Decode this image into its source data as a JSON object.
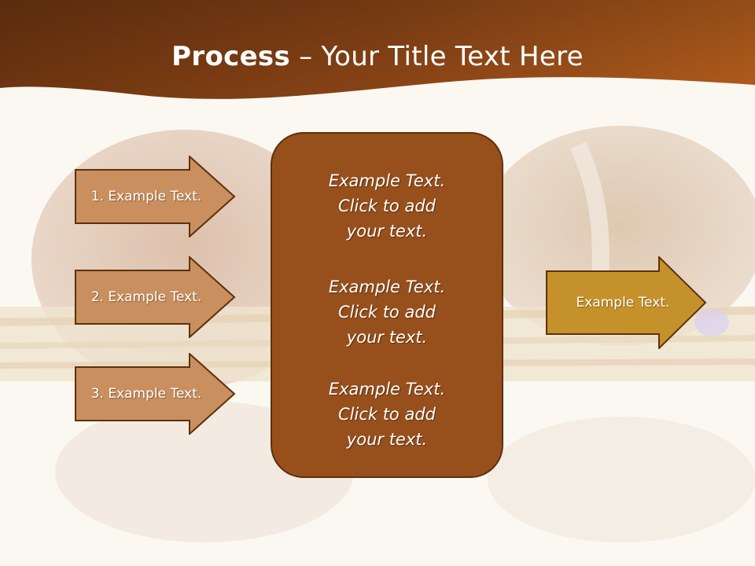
{
  "slide": {
    "title_bold": "Process",
    "title_sep": "–",
    "title_rest": "Your Title Text Here",
    "inputs": [
      {
        "label": "1. Example Text."
      },
      {
        "label": "2. Example Text."
      },
      {
        "label": "3. Example Text."
      }
    ],
    "center_blocks": [
      {
        "line1": "Example Text.",
        "line2": "Click  to add",
        "line3": "your text."
      },
      {
        "line1": "Example Text.",
        "line2": "Click  to add",
        "line3": "your text."
      },
      {
        "line1": "Example Text.",
        "line2": "Click  to add",
        "line3": "your text."
      }
    ],
    "output": {
      "label": "Example Text."
    },
    "colors": {
      "title_band": "#8a4515",
      "input_arrow_fill": "#c98f5e",
      "input_arrow_border": "#5e300e",
      "center_fill": "#97501c",
      "output_arrow_fill": "#c5912a"
    }
  }
}
